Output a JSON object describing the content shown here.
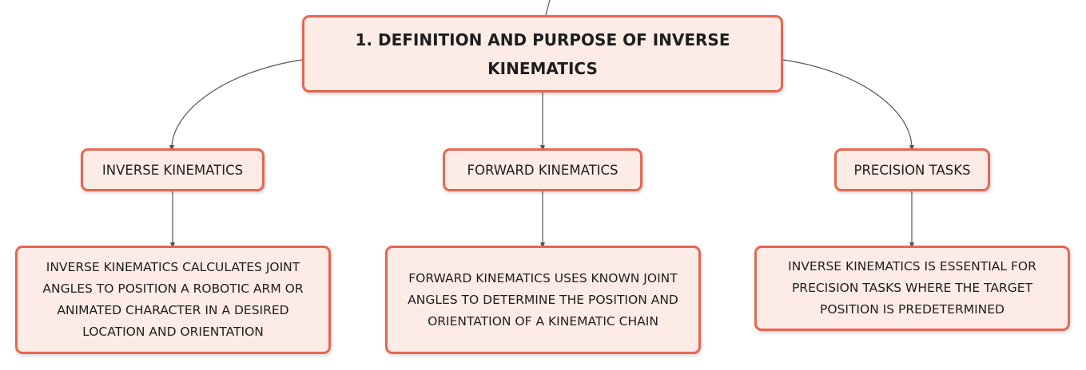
{
  "root": {
    "title": "1. DEFINITION AND PURPOSE OF INVERSE KINEMATICS"
  },
  "branches": [
    {
      "label": "INVERSE KINEMATICS",
      "detail": "INVERSE KINEMATICS CALCULATES JOINT ANGLES TO POSITION A ROBOTIC ARM OR ANIMATED CHARACTER IN A DESIRED LOCATION AND ORIENTATION"
    },
    {
      "label": "FORWARD KINEMATICS",
      "detail": "FORWARD KINEMATICS USES KNOWN JOINT ANGLES TO DETERMINE THE POSITION AND ORIENTATION OF A KINEMATIC CHAIN"
    },
    {
      "label": "PRECISION TASKS",
      "detail": "INVERSE KINEMATICS IS ESSENTIAL FOR PRECISION TASKS WHERE THE TARGET POSITION IS PREDETERMINED"
    }
  ],
  "colors": {
    "node_fill": "#fdece6",
    "node_border": "#e8654e",
    "connector": "#555555",
    "text": "#1e1e1e"
  }
}
